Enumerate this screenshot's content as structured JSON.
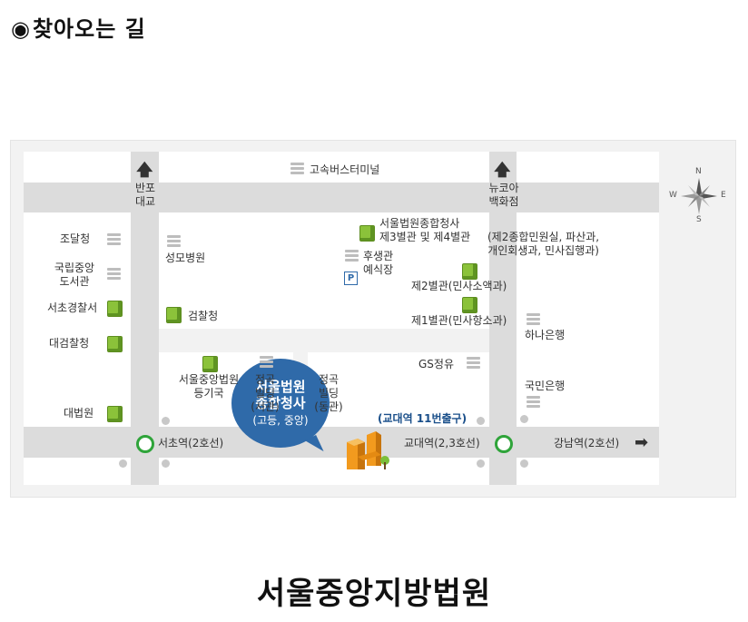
{
  "heading": {
    "bullet": "◉",
    "text": "찾아오는 길"
  },
  "footer_title": "서울중앙지방법원",
  "compass": {
    "n": "N",
    "s": "S",
    "e": "E",
    "w": "W"
  },
  "map": {
    "top_labels": {
      "bus_terminal": "고속버스터미널",
      "banpo_line1": "반포",
      "banpo_line2": "대교",
      "newcore_line1": "뉴코아",
      "newcore_line2": "백화점"
    },
    "main_bubble": {
      "line1": "서울법원",
      "line2": "종합청사",
      "line3": "(고등, 중앙)"
    },
    "parking": "P",
    "left_column": {
      "jodal": "조달청",
      "library_line1": "국립중앙",
      "library_line2": "도서관",
      "seocho_police": "서초경찰서",
      "supreme_prosecutors": "대검찰청",
      "supreme_court": "대법원"
    },
    "center": {
      "seongmo": "성모병원",
      "prosecutors": "검찰청",
      "annex34_line1": "서울법원종합청사",
      "annex34_line2": "제3별관 및 제4별관",
      "annex34_line3": "(제2종합민원실, 파산과,",
      "annex34_line4": "개인회생과, 민사집행과)",
      "welfare_line1": "후생관",
      "welfare_line2": "예식장",
      "annex2": "제2별관(민사소액과)",
      "annex1": "제1별관(민사항소과)"
    },
    "lower": {
      "registry_line1": "서울중앙법원",
      "registry_line2": "등기국",
      "jeonggok_west_line1": "정곡",
      "jeonggok_west_line2": "빌딩",
      "jeonggok_west_line3": "(서관)",
      "jeonggok_east_line1": "정곡",
      "jeonggok_east_line2": "빌딩",
      "jeonggok_east_line3": "(동관)",
      "gs": "GS정유",
      "gyodae_exit": "(교대역 11번출구)",
      "hana": "하나은행",
      "kookmin": "국민은행"
    },
    "stations": {
      "seocho": "서초역(2호선)",
      "gyodae": "교대역(2,3호선)",
      "gangnam": "강남역(2호선)"
    },
    "arrows": {
      "up": "🡅",
      "right": "➡"
    }
  }
}
